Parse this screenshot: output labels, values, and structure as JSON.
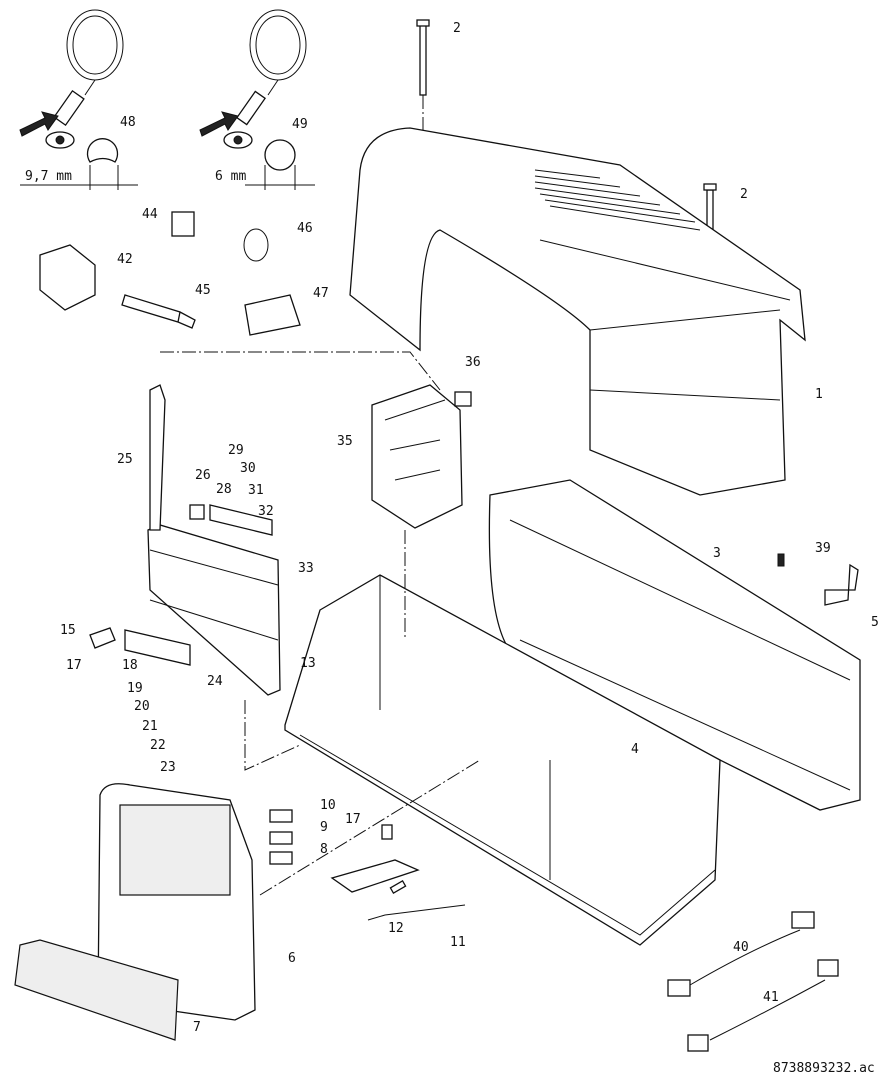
{
  "diagram": {
    "type": "exploded-parts-view",
    "part_labels": [
      "48",
      "49",
      "2",
      "2",
      "44",
      "46",
      "42",
      "45",
      "47",
      "1",
      "36",
      "35",
      "25",
      "26",
      "29",
      "28",
      "30",
      "31",
      "32",
      "33",
      "3",
      "39",
      "5",
      "15",
      "17",
      "18",
      "19",
      "20",
      "21",
      "22",
      "23",
      "24",
      "13",
      "4",
      "10",
      "9",
      "8",
      "17",
      "12",
      "11",
      "6",
      "7",
      "40",
      "41"
    ],
    "dimension_labels": [
      "9,7 mm",
      "6 mm"
    ],
    "drawing_code": "8738893232.ac"
  }
}
